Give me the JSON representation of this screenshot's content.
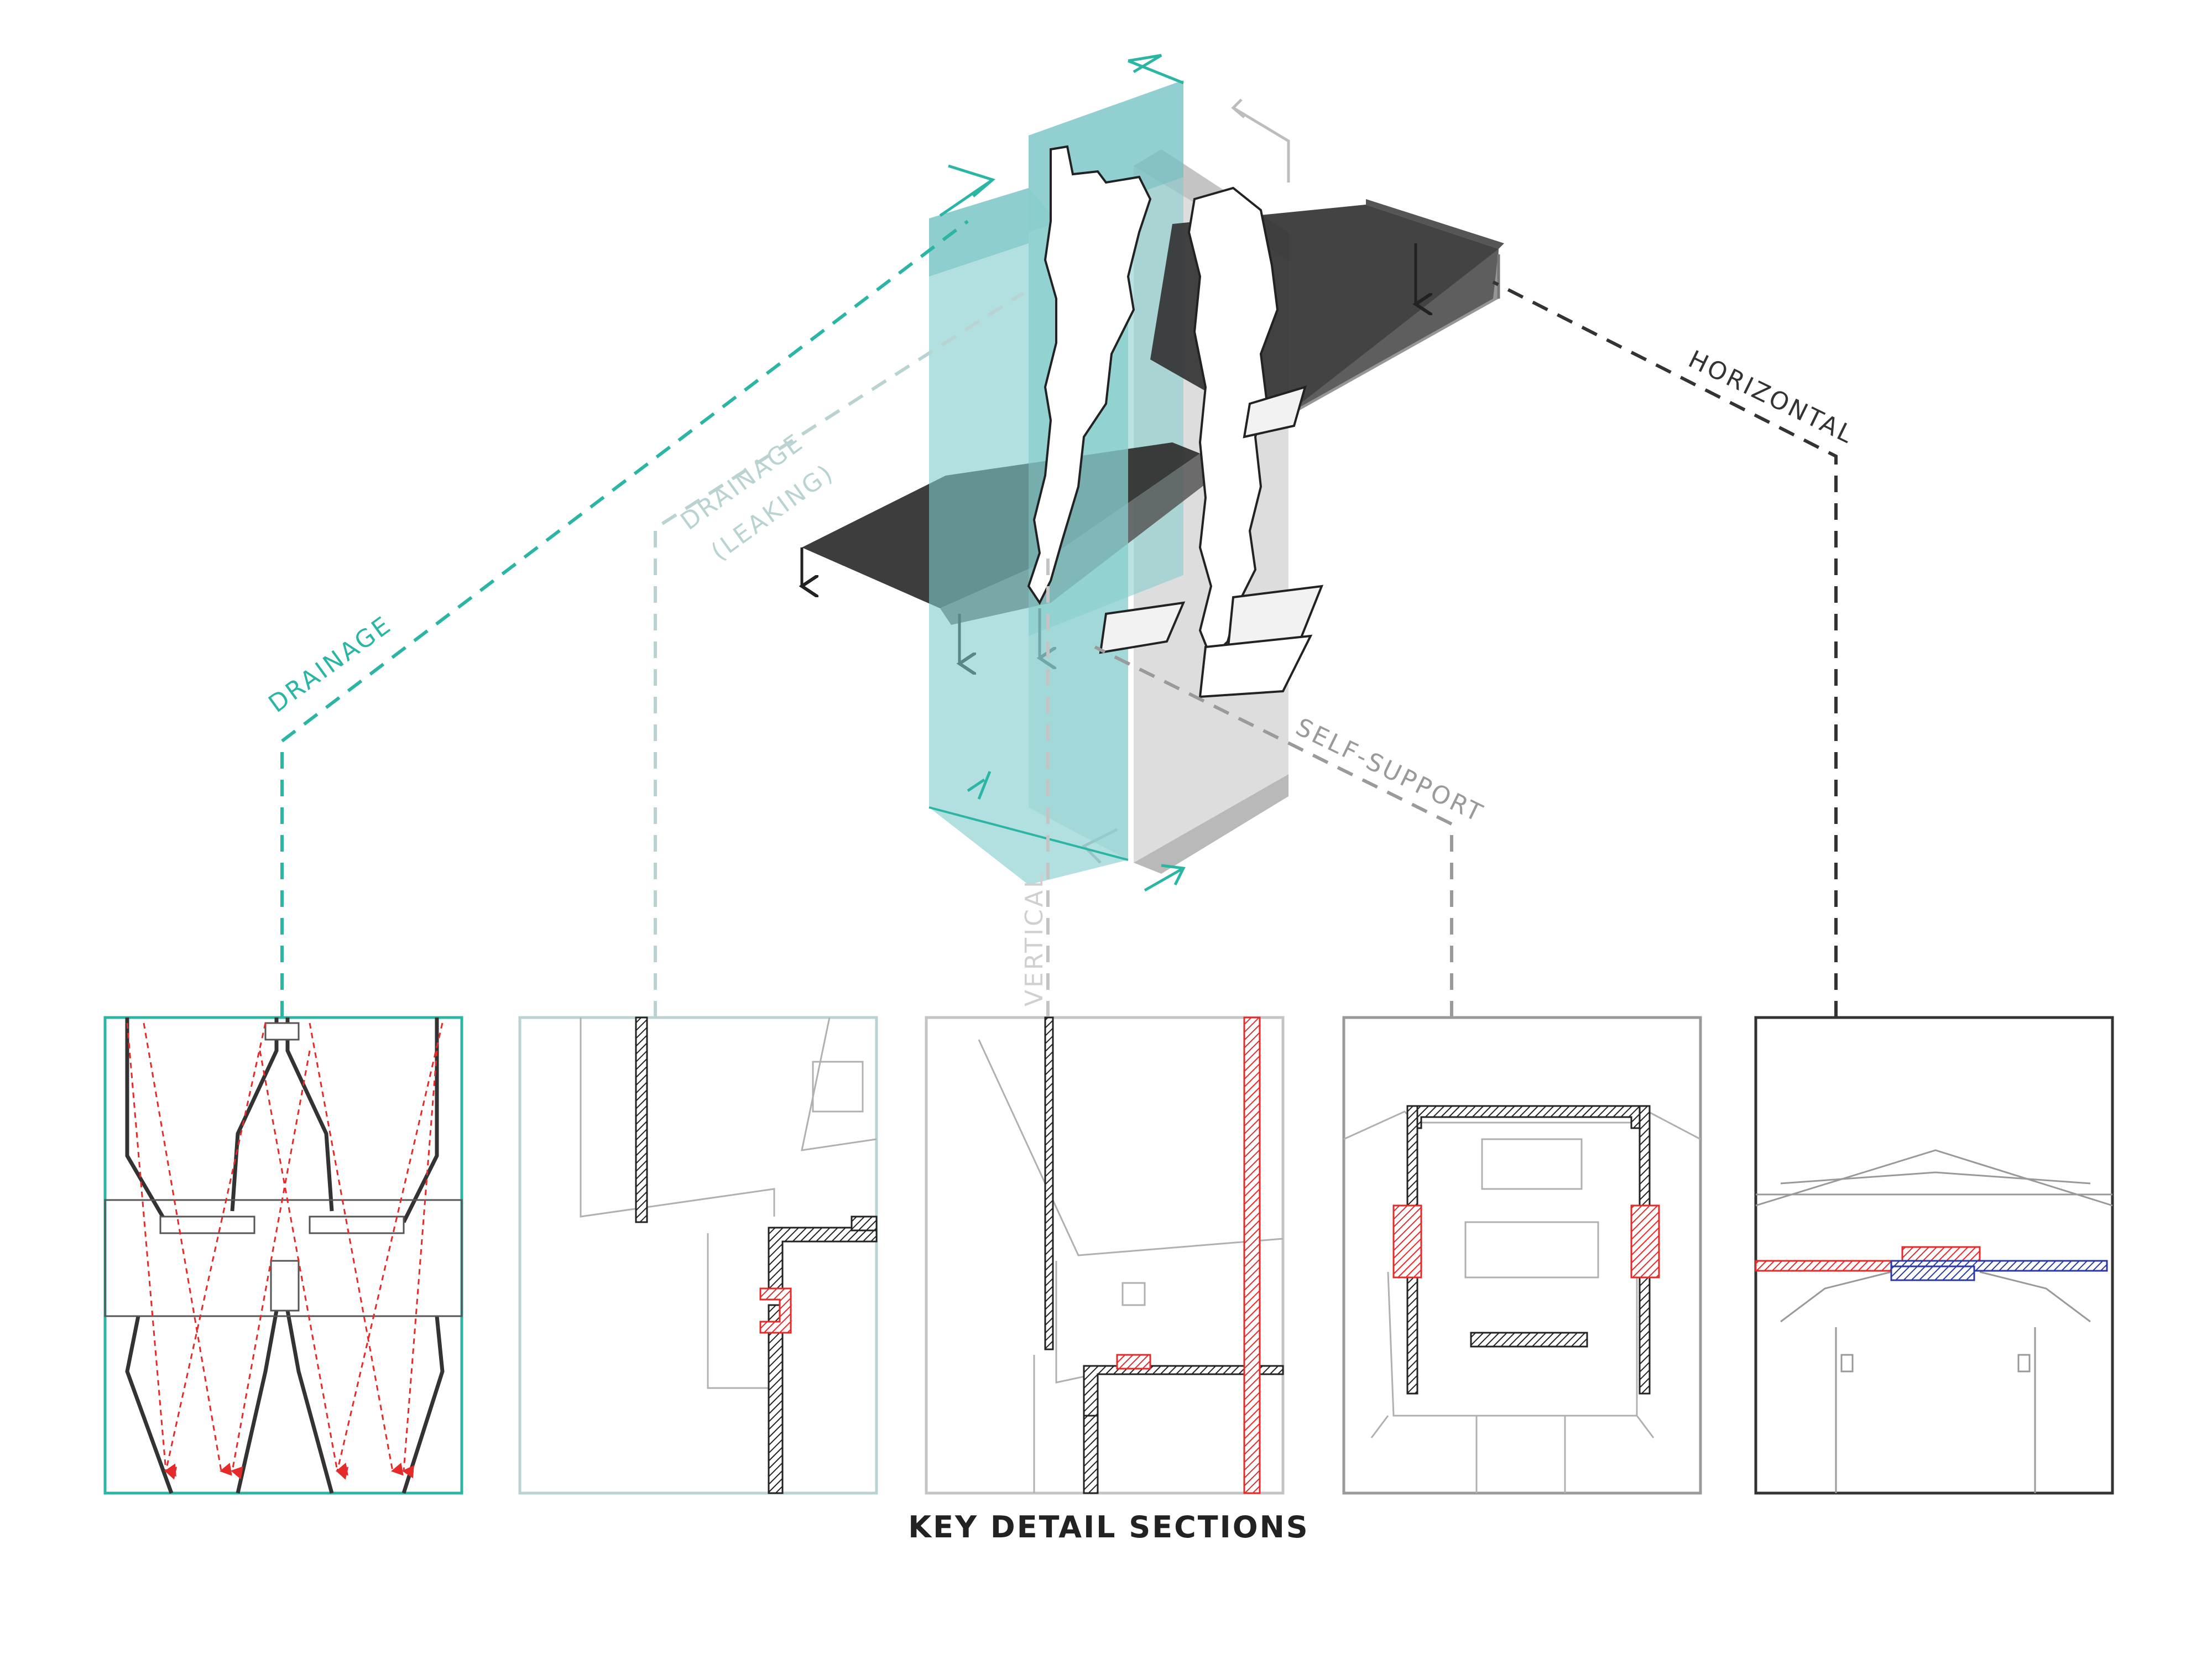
{
  "labels": {
    "drainage": "DRAINAGE",
    "drainage_leaking_1": "DRAINAGE",
    "drainage_leaking_2": "(LEAKING)",
    "vertical": "VERTICAL",
    "self_support": "SELF-SUPPORT",
    "horizontal": "HORIZONTAL"
  },
  "caption": "KEY DETAIL SECTIONS",
  "colors": {
    "teal": "#2bb5a5",
    "teal_fill": "#7fcacb",
    "pale_teal": "#b9d3d3",
    "grey_light": "#bdbdbd",
    "grey_mid": "#9a9a9a",
    "grey_dark": "#333333",
    "red": "#e52a2a",
    "blue": "#2a3aa0"
  }
}
